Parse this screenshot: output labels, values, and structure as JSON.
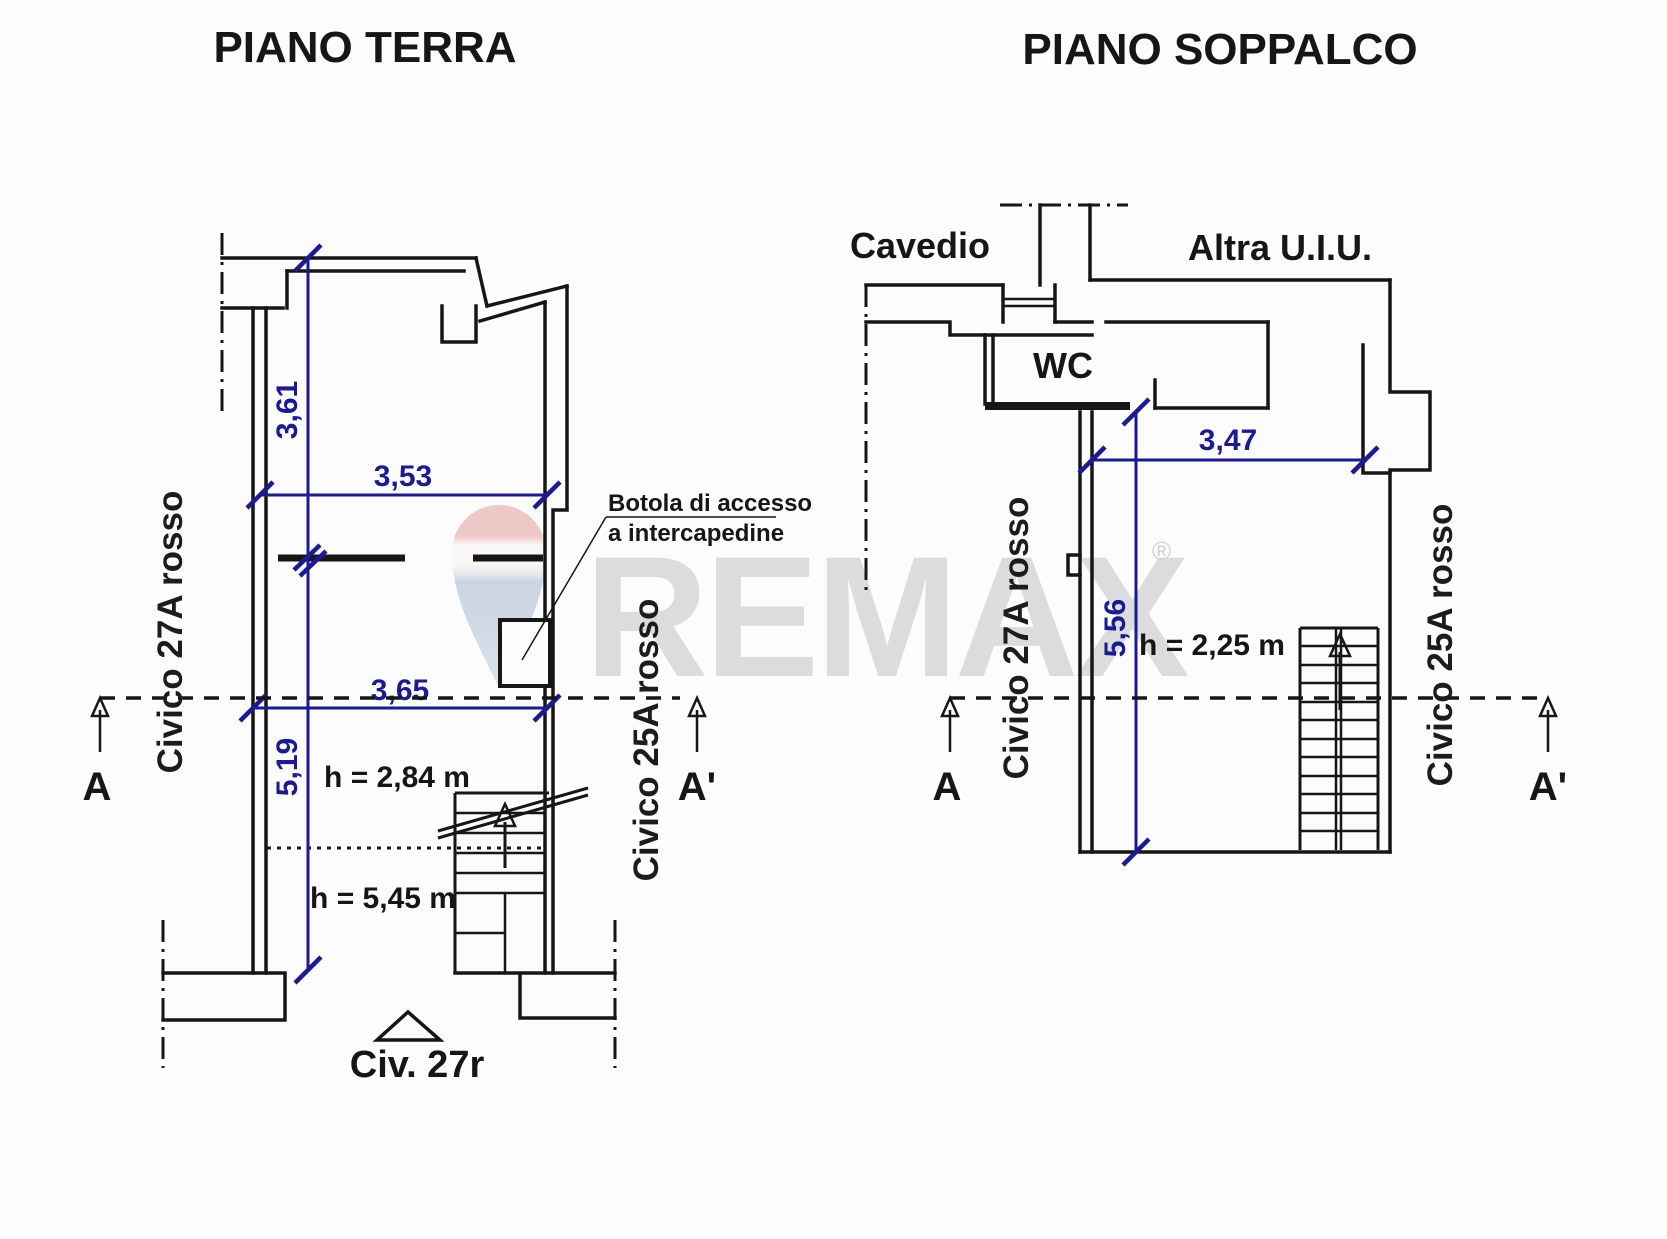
{
  "watermark": {
    "brand": "REMAX",
    "registered": "®"
  },
  "colors": {
    "wall": "#161616",
    "dimension": "#1a1a96",
    "watermark_text": "#d7d7d7",
    "balloon_red": "#e6b0ae",
    "balloon_white": "#f8f6f5",
    "balloon_blue": "#b3c3d8"
  },
  "plans": {
    "ground": {
      "title": "PIANO TERRA",
      "street_left": "Civico 27A rosso",
      "street_right": "Civico 25A rosso",
      "entrance_label": "Civ. 27r",
      "hatch_note": {
        "line1": "Botola di accesso",
        "line2": "a intercapedine"
      },
      "dims": {
        "top_height": "3,61",
        "top_width": "3,53",
        "mid_width": "3,65",
        "bottom_height": "5,19"
      },
      "ceiling": {
        "front": "h = 2,84 m",
        "rear": "h = 5,45 m"
      },
      "section": {
        "a": "A",
        "a1": "A'"
      }
    },
    "mezzanine": {
      "title": "PIANO SOPPALCO",
      "street_left": "Civico 27A rosso",
      "street_right": "Civico 25A rosso",
      "shaft_label": "Cavedio",
      "other_unit_label": "Altra U.I.U.",
      "wc_label": "WC",
      "dims": {
        "width": "3,47",
        "height": "5,56"
      },
      "ceiling": {
        "room": "h = 2,25 m"
      },
      "section": {
        "a": "A",
        "a1": "A'"
      }
    }
  }
}
